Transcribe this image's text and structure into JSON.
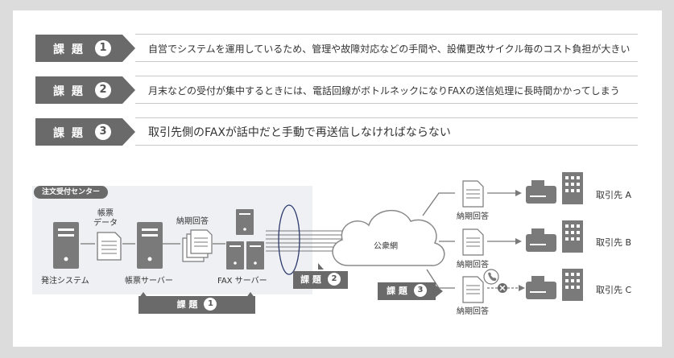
{
  "issues": [
    {
      "label": "課 題",
      "num": "1",
      "text": "自営でシステムを運用しているため、管理や故障対応などの手間や、設備更改サイクル毎のコスト負担が大きい"
    },
    {
      "label": "課 題",
      "num": "2",
      "text": "月末などの受付が集中するときには、電話回線がボトルネックになりFAXの送信処理に長時間かかってしまう"
    },
    {
      "label": "課 題",
      "num": "3",
      "text": "取引先側のFAXが話中だと手動で再送信しなければならない"
    }
  ],
  "diagram": {
    "center_tag": "注文受付センター",
    "order_system": "発注システム",
    "form_data": "帳票\nデータ",
    "form_server": "帳票サーバー",
    "delivery_answer": "納期回答",
    "fax_server": "FAX サーバー",
    "public_network": "公衆網",
    "issue_label": "課 題",
    "issue1": "1",
    "issue2": "2",
    "issue3": "3",
    "partners": [
      {
        "doc": "納期回答",
        "name": "取引先 A"
      },
      {
        "doc": "納期回答",
        "name": "取引先 B"
      },
      {
        "doc": "納期回答",
        "name": "取引先 C"
      }
    ]
  },
  "colors": {
    "badge": "#6a6a6a",
    "icon": "#7a7a7a",
    "bg": "#dcdcdc"
  }
}
